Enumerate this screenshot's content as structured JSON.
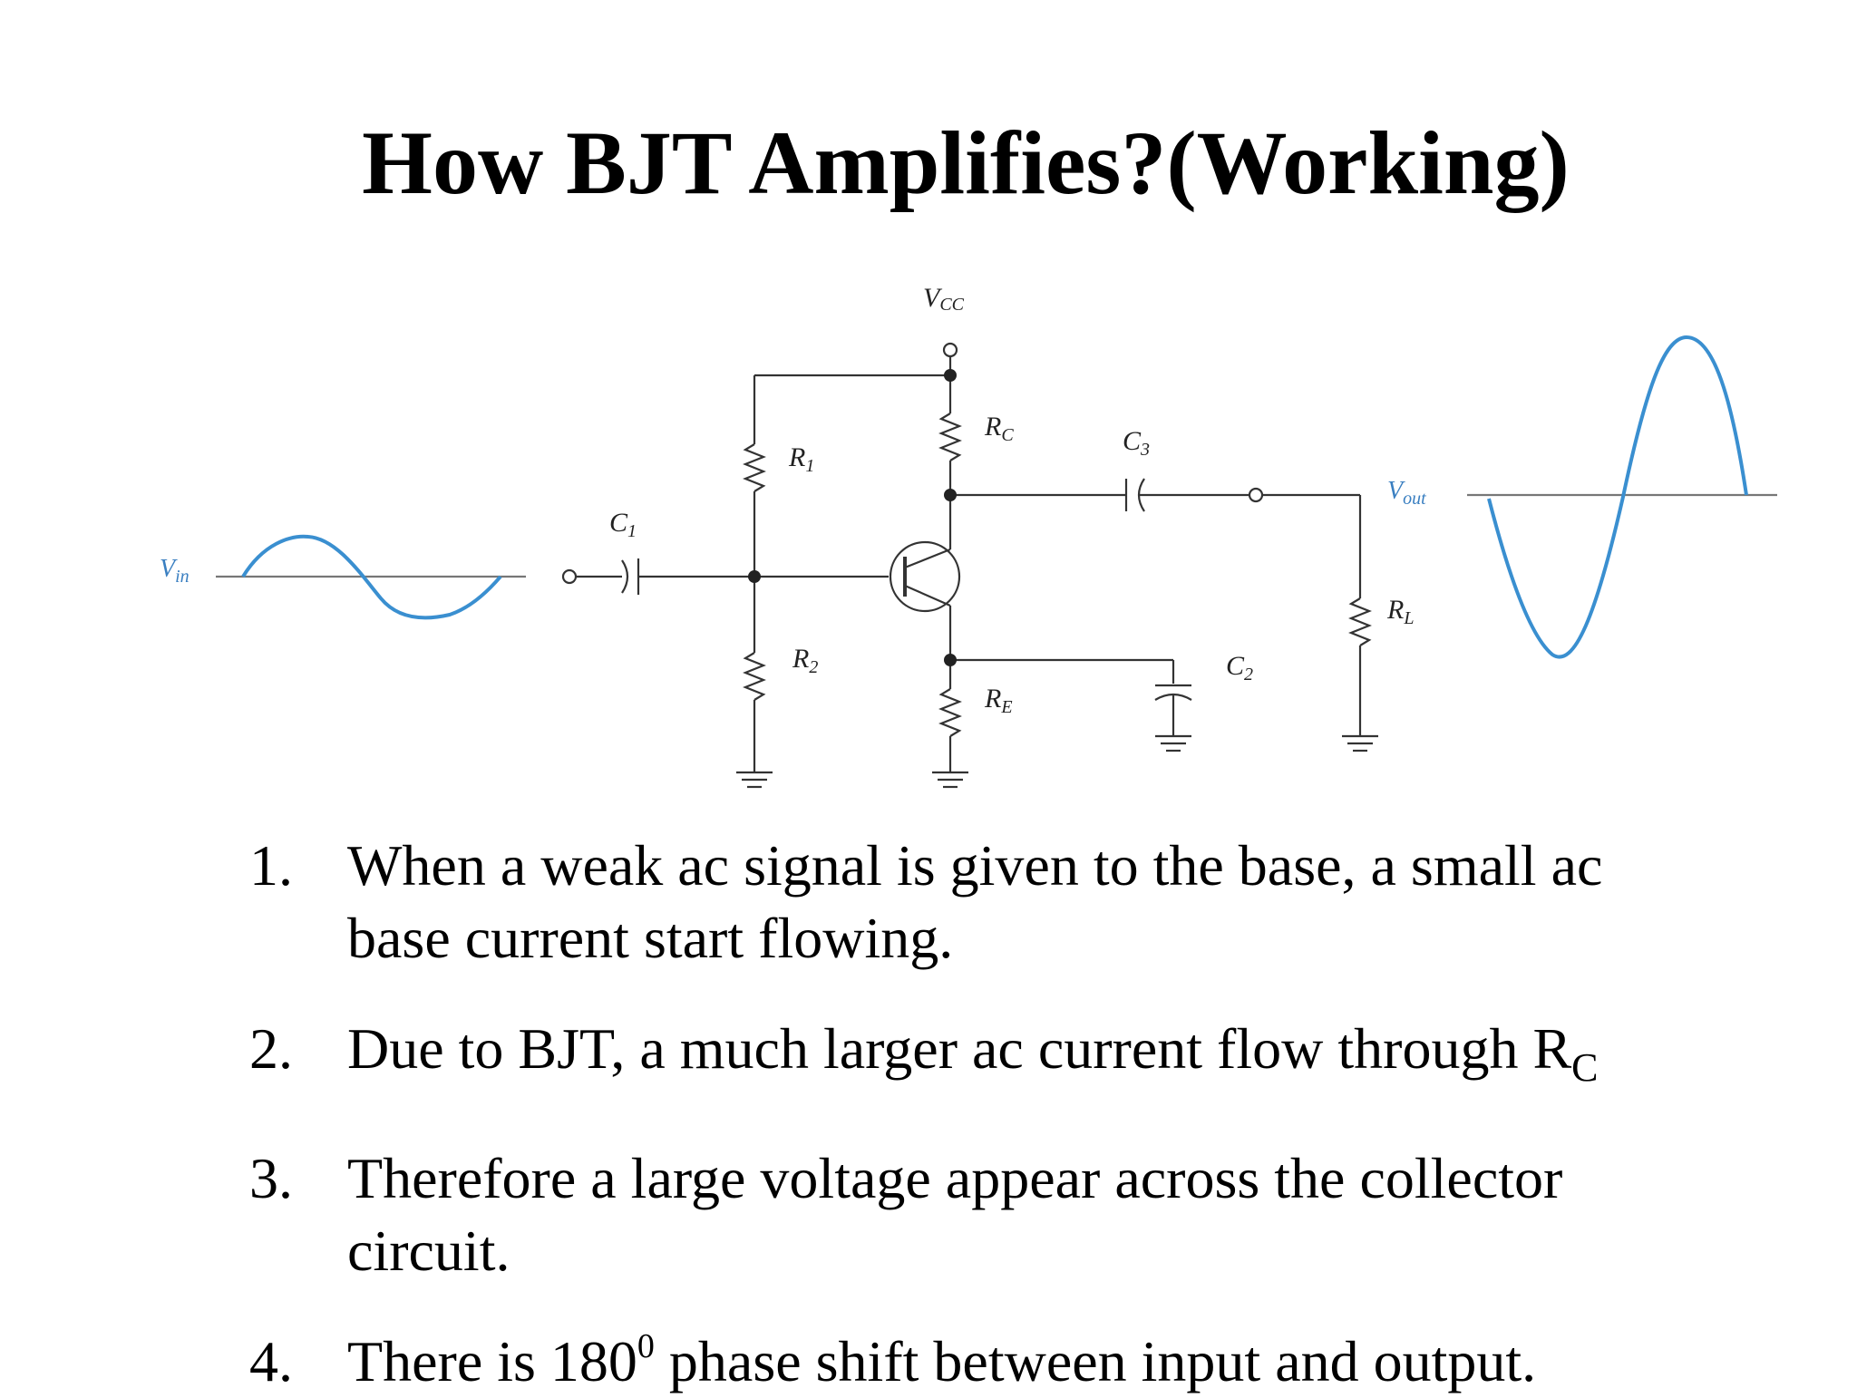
{
  "slide": {
    "title": "How BJT Amplifies?(Working)"
  },
  "circuit": {
    "labels": {
      "vcc": "V",
      "vcc_sub": "CC",
      "rc": "R",
      "rc_sub": "C",
      "r1": "R",
      "r1_sub": "1",
      "r2": "R",
      "r2_sub": "2",
      "re": "R",
      "re_sub": "E",
      "c1": "C",
      "c1_sub": "1",
      "c2": "C",
      "c2_sub": "2",
      "c3": "C",
      "c3_sub": "3",
      "rl": "R",
      "rl_sub": "L",
      "vin": "V",
      "vin_sub": "in",
      "vout": "V",
      "vout_sub": "out"
    },
    "wire_color": "#333333",
    "signal_color": "#3a8fd0"
  },
  "points": [
    {
      "num": "1.",
      "line1": "When a weak ac signal is given to the base, a small ac",
      "line2": "base current start flowing."
    },
    {
      "num": "2.",
      "text": "Due to BJT, a much larger ac current flow through R",
      "sub": "C"
    },
    {
      "num": "3.",
      "line1": "Therefore a large voltage appear across the collector",
      "line2": "circuit."
    },
    {
      "num": "4.",
      "before": "There is 180",
      "sup": "0",
      "after": " phase shift between input and output."
    }
  ]
}
